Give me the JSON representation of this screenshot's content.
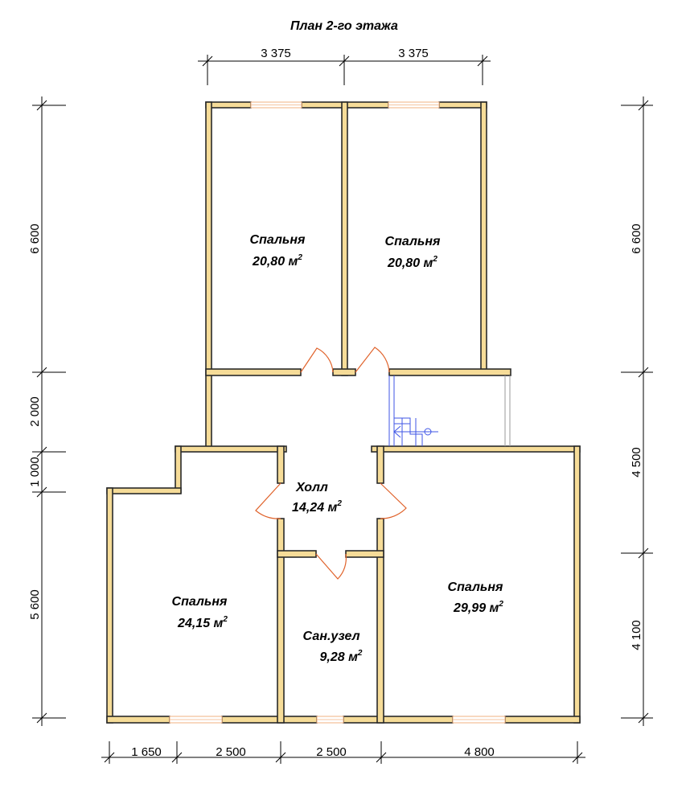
{
  "title": "План 2-го этажа",
  "dimensions": {
    "top": [
      "3 375",
      "3 375"
    ],
    "bottom": [
      "1 650",
      "2 500",
      "2 500",
      "4 800"
    ],
    "left": [
      "6 600",
      "2 000",
      "1 000",
      "5 600"
    ],
    "right": [
      "6 600",
      "4 500",
      "4 100"
    ]
  },
  "rooms": [
    {
      "name": "Спальня",
      "area": "20,80 м",
      "unit_sup": "2"
    },
    {
      "name": "Спальня",
      "area": "20,80 м",
      "unit_sup": "2"
    },
    {
      "name": "Холл",
      "area": "14,24 м",
      "unit_sup": "2"
    },
    {
      "name": "Спальня",
      "area": "24,15 м",
      "unit_sup": "2"
    },
    {
      "name": "Сан.узел",
      "area": "9,28 м",
      "unit_sup": "2"
    },
    {
      "name": "Спальня",
      "area": "29,99 м",
      "unit_sup": "2"
    }
  ],
  "colors": {
    "wall_fill": "#f6dc98",
    "wall_stroke": "#2a2a2a",
    "door": "#e0622a",
    "stair": "#3f56e6"
  }
}
